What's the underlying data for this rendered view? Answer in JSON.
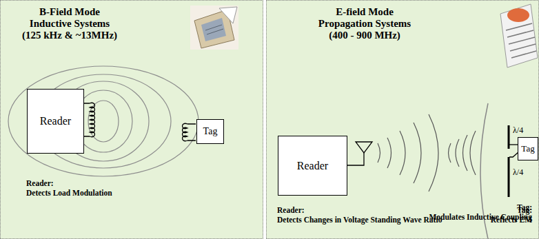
{
  "diagram": {
    "nodes": [
      {
        "text": [
          "B-Field Mode Inductive Systems (125 kHz & ~13MHz)"
        ]
      },
      {
        "text": [
          "Reader"
        ],
        "in": 0
      },
      {
        "text": [
          "Tag"
        ],
        "in": 0
      },
      {
        "text": [
          "E-field Mode Propagation Systems (400 - 900 MHz)"
        ]
      },
      {
        "text": [
          "Reader"
        ],
        "in": 3
      },
      {
        "text": [
          "Tag"
        ],
        "in": 3
      }
    ],
    "labels": [
      "Reader:",
      "Detects Load Modulation",
      "Tag:",
      "Modulates Inductive Coupling",
      "Reader:",
      "Detects Changes in Voltage Standing Wave Ratio",
      "Tag:",
      "Reflects EM",
      "λ/4",
      "λ/4"
    ]
  }
}
